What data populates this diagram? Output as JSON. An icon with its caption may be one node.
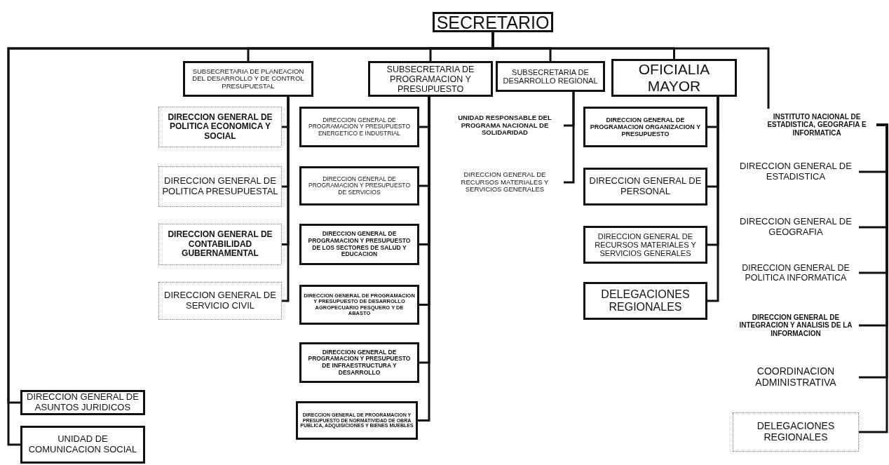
{
  "diagram": {
    "nodes": [
      {
        "text": [
          "SECRETARIO"
        ]
      },
      {
        "text": [
          "SUBSECRETARIA DE PLANEACION DEL DESARROLLO Y DE CONTROL PRESUPUESTAL"
        ]
      },
      {
        "text": [
          "SUBSECRETARIA DE PROGRAMACION Y PRESUPUESTO"
        ]
      },
      {
        "text": [
          "SUBSECRETARIA DE DESARROLLO REGIONAL"
        ]
      },
      {
        "text": [
          "OFICIALIA MAYOR"
        ]
      },
      {
        "text": [
          "INSTITUTO NACIONAL DE ESTADISTICA, GEOGRAFIA E INFORMATICA"
        ]
      },
      {
        "text": [
          "DIRECCION GENERAL DE POLITICA ECONOMICA Y SOCIAL"
        ]
      },
      {
        "text": [
          "DIRECCION GENERAL DE POLITICA PRESUPUESTAL"
        ]
      },
      {
        "text": [
          "DIRECCION GENERAL DE CONTABILIDAD GUBERNAMENTAL"
        ]
      },
      {
        "text": [
          "DIRECCION GENERAL DE SERVICIO CIVIL"
        ]
      },
      {
        "text": [
          "DIRECCION GENERAL DE PROGRAMACION Y PRESUPUESTO ENERGETICO E INDUSTRIAL"
        ]
      },
      {
        "text": [
          "DIRECCION GENERAL DE PROGRAMACION Y PRESUPUESTO DE SERVICIOS"
        ]
      },
      {
        "text": [
          "DIRECCION GENERAL DE PROGRAMACION Y PRESUPUESTO DE LOS SECTORES DE SALUD Y EDUCACION"
        ]
      },
      {
        "text": [
          "DIRECCION GENERAL DE PROGRAMACION Y PRESUPUESTO DE DESARROLLO AGROPECUARIO PESQUERO Y DE ABASTO"
        ]
      },
      {
        "text": [
          "DIRECCION GENERAL DE PROGRAMACION Y PRESUPUESTO DE INFRAESTRUCTURA Y DESARROLLO"
        ]
      },
      {
        "text": [
          "DIRECCION GENERAL DE PROGRAMACION Y PRESUPUESTO DE NORMATIVIDAD DE OBRA PUBLICA, ADQUISICIONES Y BIENES MUEBLES"
        ]
      },
      {
        "text": [
          "UNIDAD RESPONSABLE DEL PROGRAMA NACIONAL DE SOLIDARIDAD"
        ]
      },
      {
        "text": [
          "DIRECCION GENERAL DE RECURSOS MATERIALES Y SERVICIOS GENERALES"
        ]
      },
      {
        "text": [
          "DIRECCION GENERAL DE PROGRAMACION ORGANIZACION Y PRESUPUESTO"
        ]
      },
      {
        "text": [
          "DIRECCION GENERAL DE PERSONAL"
        ]
      },
      {
        "text": [
          "DIRECCION GENERAL DE RECURSOS MATERIALES Y SERVICIOS GENERALES"
        ]
      },
      {
        "text": [
          "DELEGACIONES REGIONALES"
        ]
      },
      {
        "text": [
          "DIRECCION GENERAL DE ESTADISTICA"
        ]
      },
      {
        "text": [
          "DIRECCION GENERAL DE GEOGRAFIA"
        ]
      },
      {
        "text": [
          "DIRECCION GENERAL DE POLITICA INFORMATICA"
        ]
      },
      {
        "text": [
          "DIRECCION GENERAL DE INTEGRACION Y ANALISIS DE LA INFORMACION"
        ]
      },
      {
        "text": [
          "COORDINACION ADMINISTRATIVA"
        ]
      },
      {
        "text": [
          "DELEGACIONES REGIONALES"
        ]
      },
      {
        "text": [
          "DIRECCION GENERAL DE ASUNTOS JURIDICOS"
        ]
      },
      {
        "text": [
          "UNIDAD DE COMUNICACION SOCIAL"
        ]
      }
    ],
    "edges": [
      {
        "from": 0,
        "to": 1,
        "arrow": "none"
      },
      {
        "from": 0,
        "to": 2,
        "arrow": "none"
      },
      {
        "from": 0,
        "to": 3,
        "arrow": "none"
      },
      {
        "from": 0,
        "to": 4,
        "arrow": "none"
      },
      {
        "from": 0,
        "to": 5,
        "arrow": "none"
      },
      {
        "from": 0,
        "to": 28,
        "arrow": "none"
      },
      {
        "from": 0,
        "to": 29,
        "arrow": "none"
      },
      {
        "from": 1,
        "to": 6,
        "arrow": "none"
      },
      {
        "from": 1,
        "to": 7,
        "arrow": "none"
      },
      {
        "from": 1,
        "to": 8,
        "arrow": "none"
      },
      {
        "from": 1,
        "to": 9,
        "arrow": "none"
      },
      {
        "from": 2,
        "to": 10,
        "arrow": "none"
      },
      {
        "from": 2,
        "to": 11,
        "arrow": "none"
      },
      {
        "from": 2,
        "to": 12,
        "arrow": "none"
      },
      {
        "from": 2,
        "to": 13,
        "arrow": "none"
      },
      {
        "from": 2,
        "to": 14,
        "arrow": "none"
      },
      {
        "from": 2,
        "to": 15,
        "arrow": "none"
      },
      {
        "from": 3,
        "to": 16,
        "arrow": "none"
      },
      {
        "from": 3,
        "to": 17,
        "arrow": "none"
      },
      {
        "from": 4,
        "to": 18,
        "arrow": "none"
      },
      {
        "from": 4,
        "to": 19,
        "arrow": "none"
      },
      {
        "from": 4,
        "to": 20,
        "arrow": "none"
      },
      {
        "from": 4,
        "to": 21,
        "arrow": "none"
      },
      {
        "from": 5,
        "to": 22,
        "arrow": "none"
      },
      {
        "from": 5,
        "to": 23,
        "arrow": "none"
      },
      {
        "from": 5,
        "to": 24,
        "arrow": "none"
      },
      {
        "from": 5,
        "to": 25,
        "arrow": "none"
      },
      {
        "from": 5,
        "to": 26,
        "arrow": "none"
      },
      {
        "from": 5,
        "to": 27,
        "arrow": "none"
      }
    ]
  }
}
